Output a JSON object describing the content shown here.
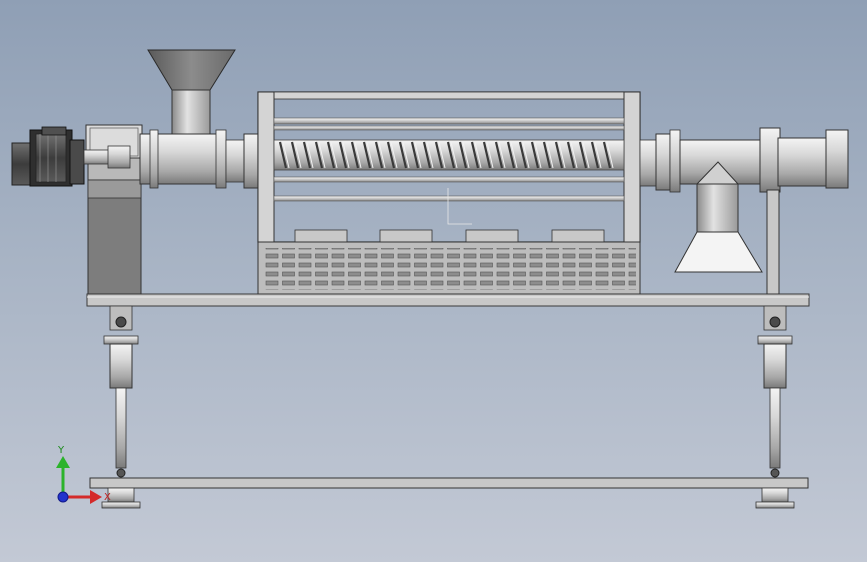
{
  "triad": {
    "y_label": "Y",
    "x_label": "X"
  },
  "colors": {
    "background_top": "#8f9fb5",
    "background_bottom": "#c3c9d5",
    "metal_light": "#e6e6e6",
    "metal_mid": "#bdbdbd",
    "metal_dark": "#6e6e6e",
    "outline": "#3a3a3a",
    "axis_y": "#2bb32b",
    "axis_x": "#d42a2a",
    "axis_origin": "#2233cc"
  },
  "view": {
    "projection": "front",
    "components": [
      "motor",
      "gearbox",
      "feed-hopper",
      "screw-barrel",
      "drain-tray",
      "discharge-hood",
      "base-frame",
      "support-legs",
      "floor-rail"
    ]
  }
}
